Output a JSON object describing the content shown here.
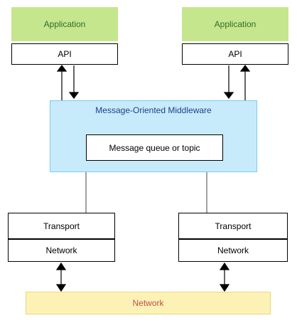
{
  "diagram": {
    "left": {
      "application_label": "Application",
      "api_label": "API",
      "transport_label": "Transport",
      "network_label": "Network"
    },
    "right": {
      "application_label": "Application",
      "api_label": "API",
      "transport_label": "Transport",
      "network_label": "Network"
    },
    "middleware": {
      "title": "Message-Oriented Middleware",
      "queue_label": "Message queue or topic"
    },
    "shared_network_label": "Network",
    "colors": {
      "application_fill": "#c6e68d",
      "application_text": "#2e6e2a",
      "middleware_fill": "#c7ebfb",
      "middleware_border": "#7ccbf0",
      "middleware_text": "#1f3f8a",
      "network_fill": "#fdf2b6",
      "network_border": "#e9d77c",
      "network_text": "#c0504d"
    }
  }
}
